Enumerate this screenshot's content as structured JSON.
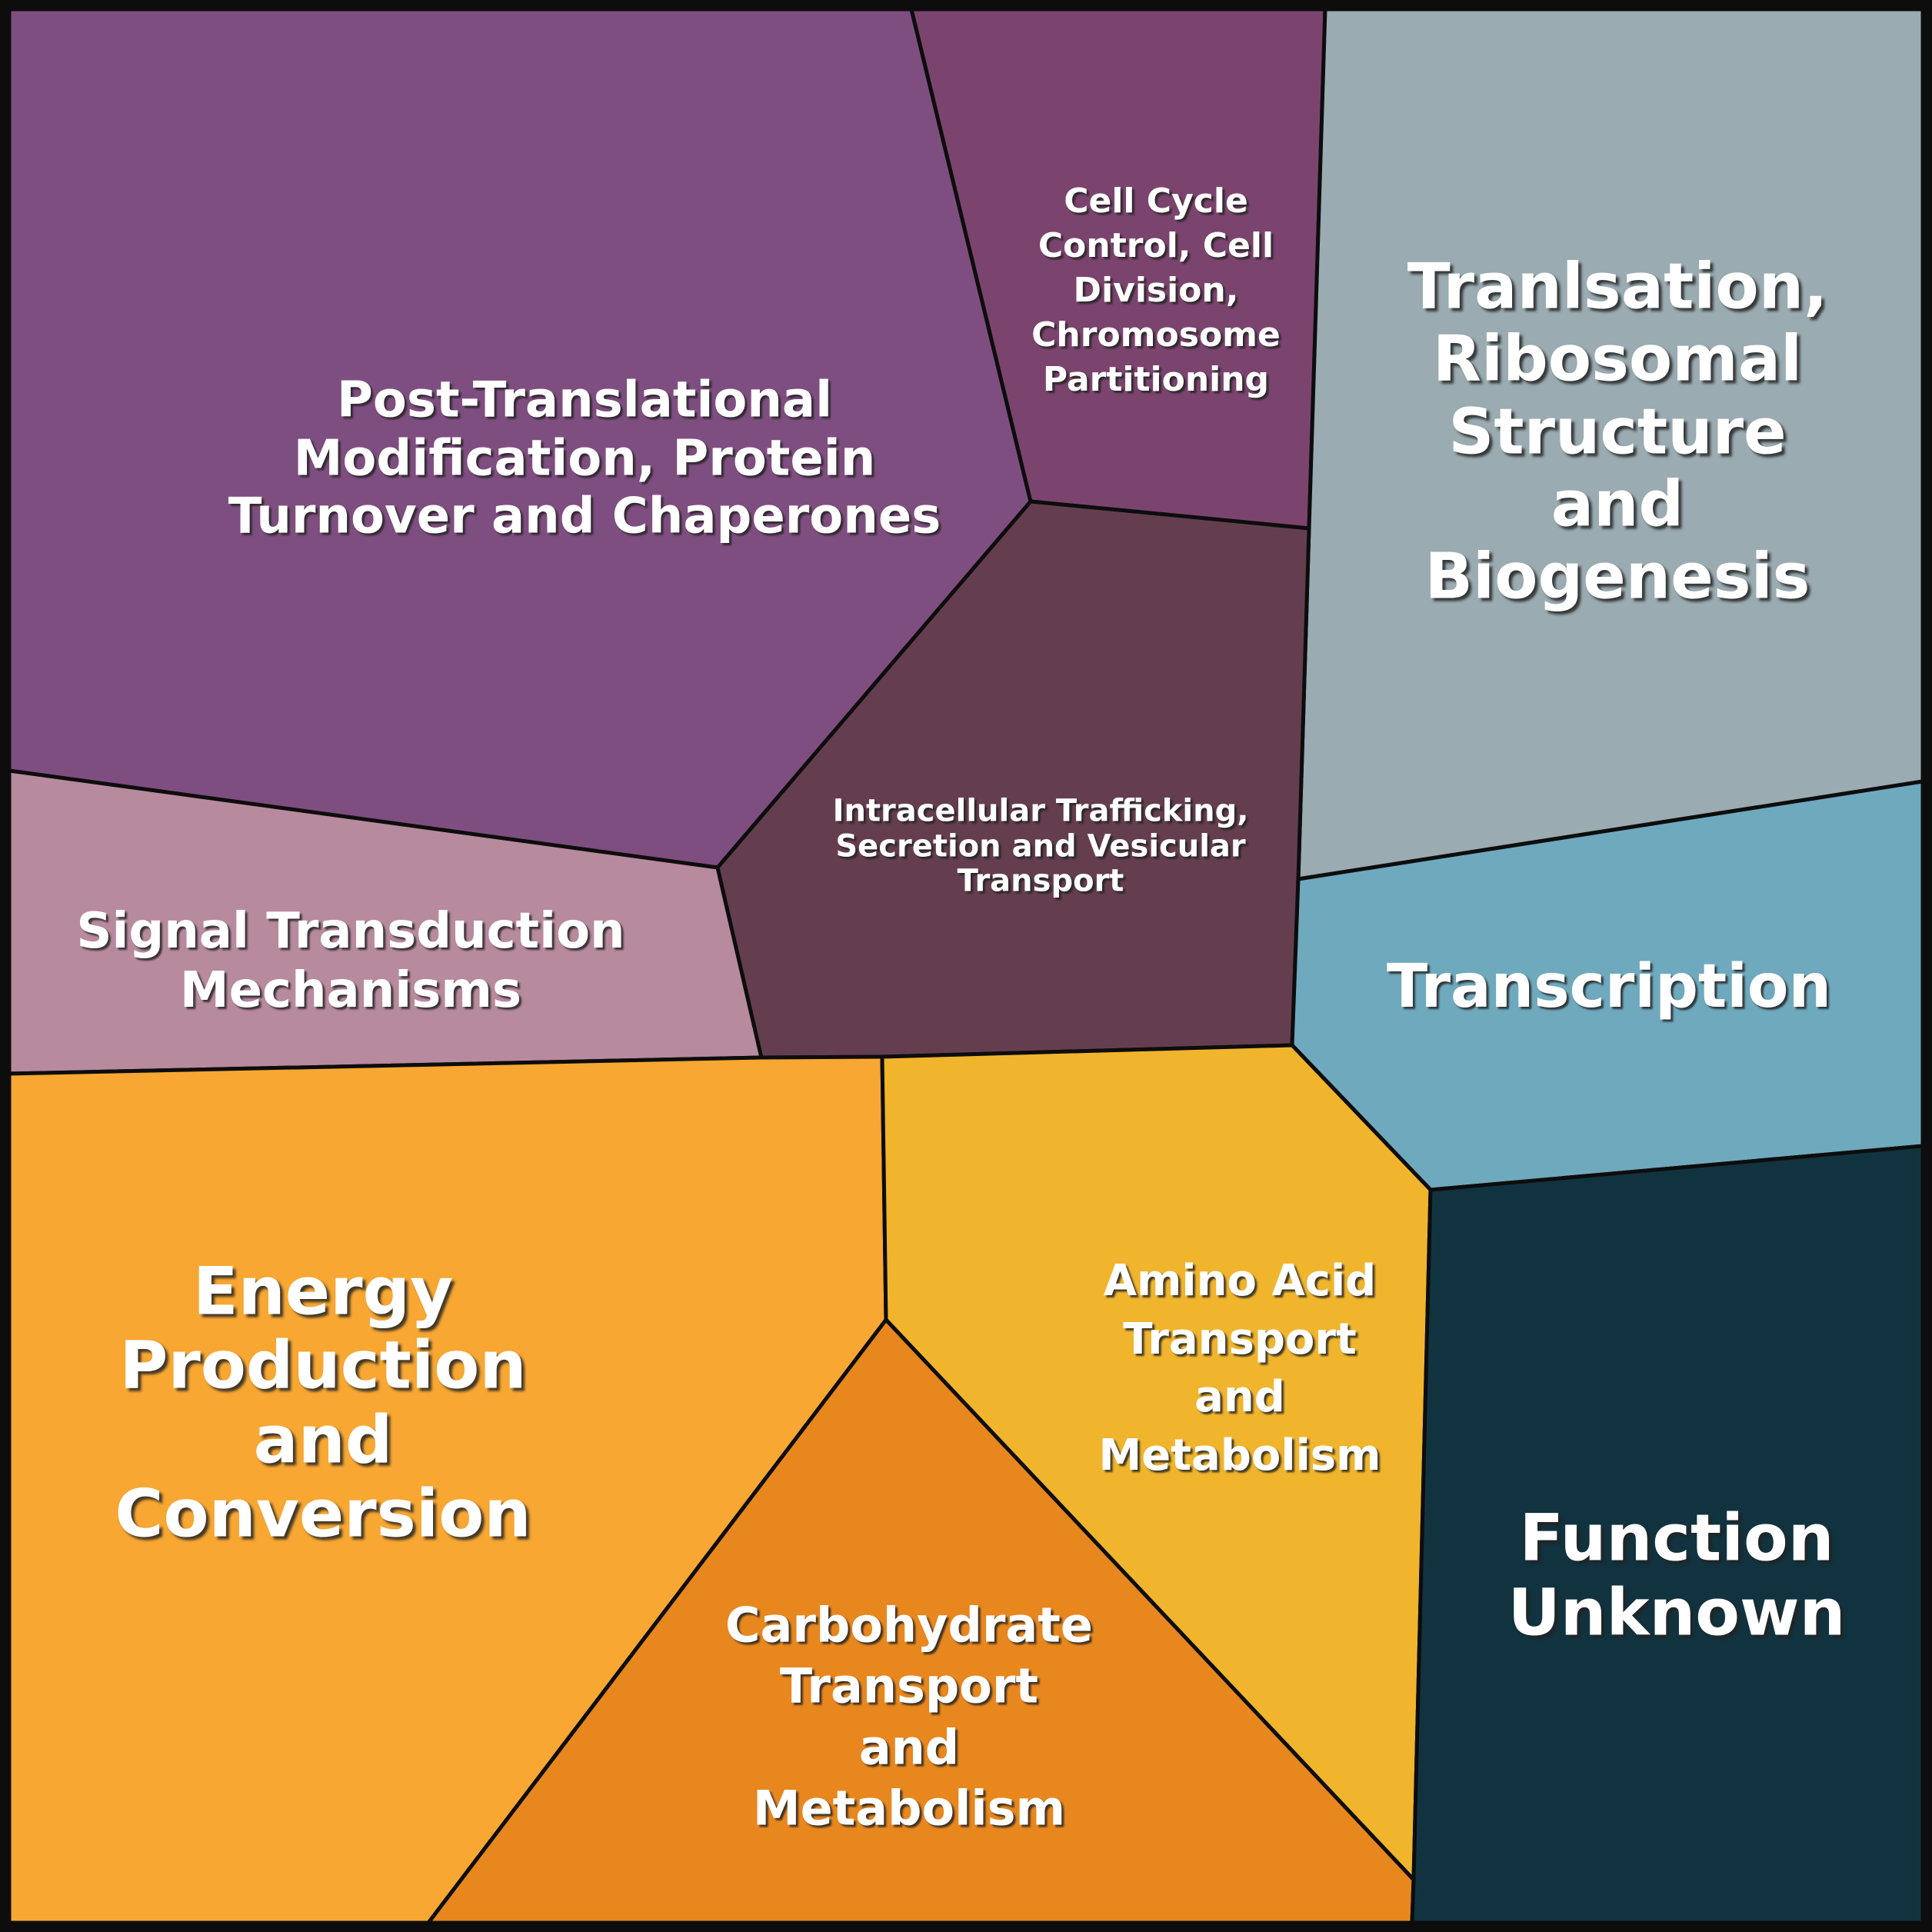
{
  "chart_data": {
    "type": "voronoi-treemap",
    "title": "",
    "legend": "none",
    "description_colors": {
      "background_border": "#0d0d0d",
      "label_text": "#ffffff"
    },
    "regions": [
      {
        "name": "Post-Translational Modification, Protein Turnover and Chaperones",
        "label_lines": [
          "Post-Translational",
          "Modification, Protein",
          "Turnover and Chaperones"
        ],
        "color": "#7F4E80",
        "approx_area_pct": 20.6
      },
      {
        "name": "Cell Cycle Control, Cell Division, Chromosome Partitioning",
        "label_lines": [
          "Cell Cycle",
          "Control, Cell",
          "Division,",
          "Chromosome",
          "Partitioning"
        ],
        "color": "#7B446E",
        "approx_area_pct": 4.8
      },
      {
        "name": "Tranlsation, Ribosomal Structure and Biogenesis",
        "label_lines": [
          "Tranlsation,",
          "Ribosomal",
          "Structure",
          "and",
          "Biogenesis"
        ],
        "color": "#9AABB1",
        "approx_area_pct": 13.7
      },
      {
        "name": "Signal Transduction Mechanisms",
        "label_lines": [
          "Signal Transduction",
          "Mechanisms"
        ],
        "color": "#B88A9E",
        "approx_area_pct": 4.9
      },
      {
        "name": "Intracellular Trafficking, Secretion and Vesicular Transport",
        "label_lines": [
          "Intracellular Trafficking,",
          "Secretion and Vesicular",
          "Transport"
        ],
        "color": "#643E4F",
        "approx_area_pct": 7.0
      },
      {
        "name": "Transcription",
        "label_lines": [
          "Transcription"
        ],
        "color": "#6FA9BD",
        "approx_area_pct": 5.6
      },
      {
        "name": "Energy Production and Conversion",
        "label_lines": [
          "Energy",
          "Production",
          "and",
          "Conversion"
        ],
        "color": "#F8A733",
        "approx_area_pct": 16.8
      },
      {
        "name": "Amino Acid Transport and Metabolism",
        "label_lines": [
          "Amino Acid",
          "Transport",
          "and",
          "Metabolism"
        ],
        "color": "#F0B52D",
        "approx_area_pct": 7.9
      },
      {
        "name": "Carbohydrate Transport and Metabolism",
        "label_lines": [
          "Carbohydrate",
          "Transport",
          "and",
          "Metabolism"
        ],
        "color": "#E8871E",
        "approx_area_pct": 8.4
      },
      {
        "name": "Function Unknown",
        "label_lines": [
          "Function",
          "Unknown"
        ],
        "color": "#11333F",
        "approx_area_pct": 10.3
      }
    ]
  }
}
